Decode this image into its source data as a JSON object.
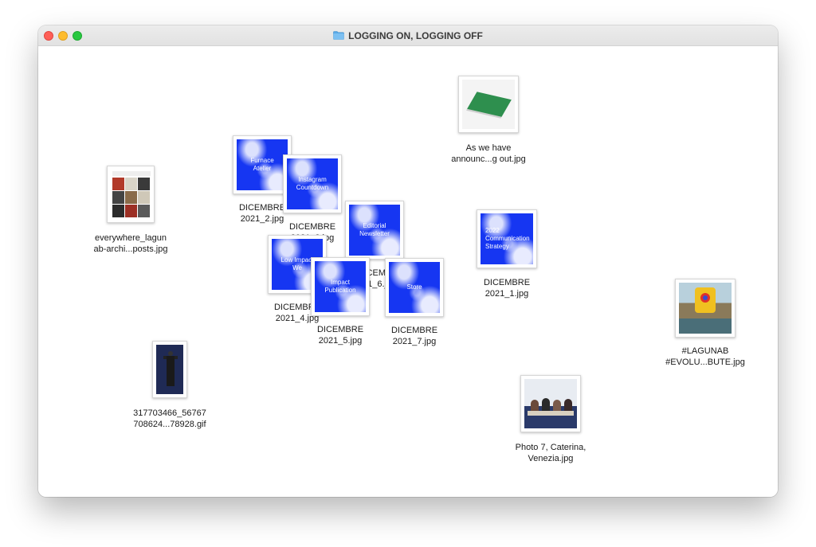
{
  "window": {
    "title": "LOGGING ON, LOGGING OFF"
  },
  "files": [
    {
      "id": "everywhere",
      "label_line1": "everywhere_lagun",
      "label_line2": "ab-archi...posts.jpg"
    },
    {
      "id": "dic2",
      "label_line1": "DICEMBRE",
      "label_line2": "2021_2.jpg",
      "thumb_text": "Furnace Atelier"
    },
    {
      "id": "dic3",
      "label_line1": "DICEMBRE",
      "label_line2": "2021_3.jpg",
      "thumb_text": "Instagram Countdown"
    },
    {
      "id": "dic6",
      "label_line1": "DICEMB",
      "label_line2": "_1_6.j",
      "thumb_text": "Editorial Newsletter"
    },
    {
      "id": "dic4",
      "label_line1": "DICEMBRE",
      "label_line2": "2021_4.jpg",
      "thumb_text": "Low Impact We"
    },
    {
      "id": "dic5",
      "label_line1": "DICEMBRE",
      "label_line2": "2021_5.jpg",
      "thumb_text": "Impact Publication"
    },
    {
      "id": "dic7",
      "label_line1": "DICEMBRE",
      "label_line2": "2021_7.jpg",
      "thumb_text": "Store"
    },
    {
      "id": "announce",
      "label_line1": "As we have",
      "label_line2": "announc...g out.jpg"
    },
    {
      "id": "dic1",
      "label_line1": "DICEMBRE",
      "label_line2": "2021_1.jpg",
      "thumb_text": "2022 Communication Strategy"
    },
    {
      "id": "lagunab",
      "label_line1": "#LAGUNAB",
      "label_line2": "#EVOLU...BUTE.jpg"
    },
    {
      "id": "gif",
      "label_line1": "317703466_56767",
      "label_line2": "708624...78928.gif"
    },
    {
      "id": "photo7",
      "label_line1": "Photo 7, Caterina,",
      "label_line2": "Venezia.jpg"
    }
  ],
  "colors": {
    "accent_blue": "#1636f2",
    "traffic_red": "#fe5f57",
    "traffic_yellow": "#febc2e",
    "traffic_green": "#28c840"
  }
}
